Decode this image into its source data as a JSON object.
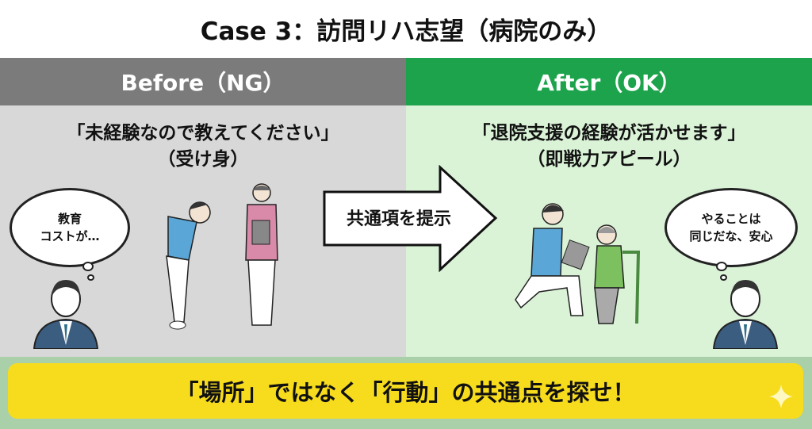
{
  "title": "Case 3：訪問リハ志望（病院のみ）",
  "before": {
    "header": "Before（NG）",
    "quote": "「未経験なので教えてください」",
    "note": "（受け身）",
    "thought": [
      "教育",
      "コストが…"
    ]
  },
  "after": {
    "header": "After（OK）",
    "quote": "「退院支援の経験が活かせます」",
    "note": "（即戦力アピール）",
    "thought": [
      "やることは",
      "同じだな、安心"
    ]
  },
  "arrow": {
    "label": "共通項を提示"
  },
  "banner": {
    "text": "「場所」ではなく「行動」の共通点を探せ！"
  },
  "colors": {
    "before_header": "#7b7b7b",
    "after_header": "#1ca34b",
    "banner": "#f7dc1d"
  }
}
